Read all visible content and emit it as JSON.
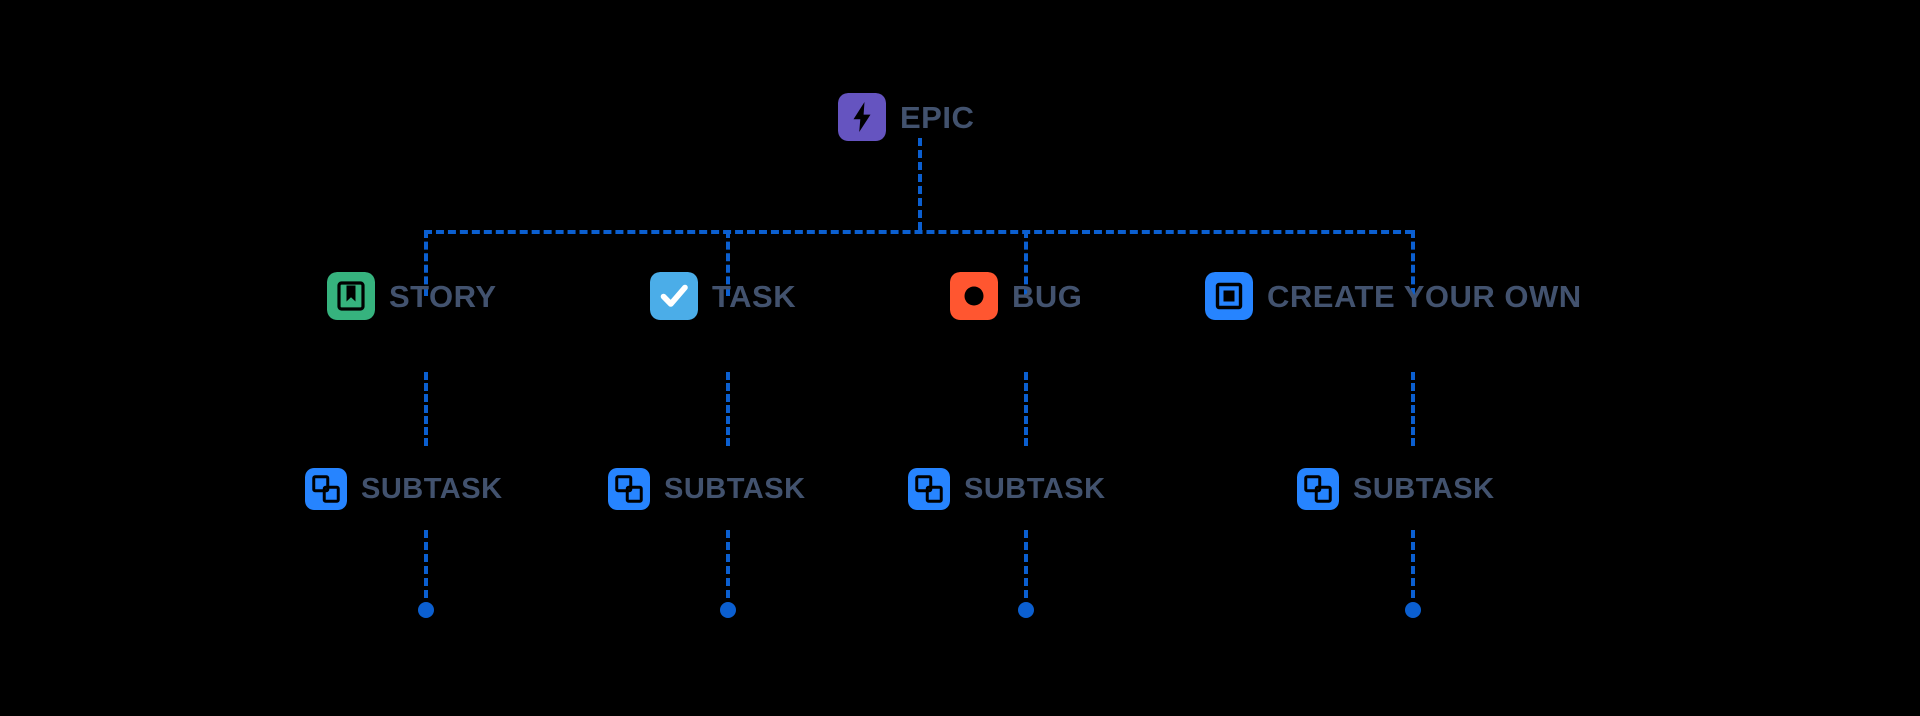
{
  "diagram": {
    "title": "Jira issue type hierarchy",
    "background_color": "#000000",
    "connector_color": "#0B5FD0",
    "label_color": "#42526E",
    "levels": [
      {
        "name": "epic-level",
        "nodes": [
          {
            "id": "epic",
            "label": "EPIC",
            "icon": "epic-lightning-icon",
            "icon_color": "#6554C0"
          }
        ]
      },
      {
        "name": "issue-level",
        "nodes": [
          {
            "id": "story",
            "label": "STORY",
            "icon": "story-bookmark-icon",
            "icon_color": "#36B37E"
          },
          {
            "id": "task",
            "label": "TASK",
            "icon": "task-check-icon",
            "icon_color": "#4BADE8"
          },
          {
            "id": "bug",
            "label": "BUG",
            "icon": "bug-circle-icon",
            "icon_color": "#FF5630"
          },
          {
            "id": "create-your-own",
            "label": "CREATE YOUR OWN",
            "icon": "custom-square-icon",
            "icon_color": "#2684FF"
          }
        ]
      },
      {
        "name": "subtask-level",
        "nodes": [
          {
            "id": "subtask-1",
            "label": "SUBTASK",
            "icon": "subtask-squares-icon",
            "icon_color": "#2684FF"
          },
          {
            "id": "subtask-2",
            "label": "SUBTASK",
            "icon": "subtask-squares-icon",
            "icon_color": "#2684FF"
          },
          {
            "id": "subtask-3",
            "label": "SUBTASK",
            "icon": "subtask-squares-icon",
            "icon_color": "#2684FF"
          },
          {
            "id": "subtask-4",
            "label": "SUBTASK",
            "icon": "subtask-squares-icon",
            "icon_color": "#2684FF"
          }
        ]
      }
    ]
  }
}
